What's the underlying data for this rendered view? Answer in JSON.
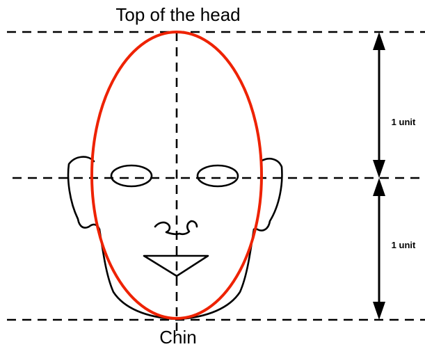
{
  "labels": {
    "top": "Top of the head",
    "bottom": "Chin",
    "unit_upper": "1 unit",
    "unit_lower": "1 unit"
  },
  "colors": {
    "head_outline": "#ee2200",
    "lines": "#000000"
  }
}
